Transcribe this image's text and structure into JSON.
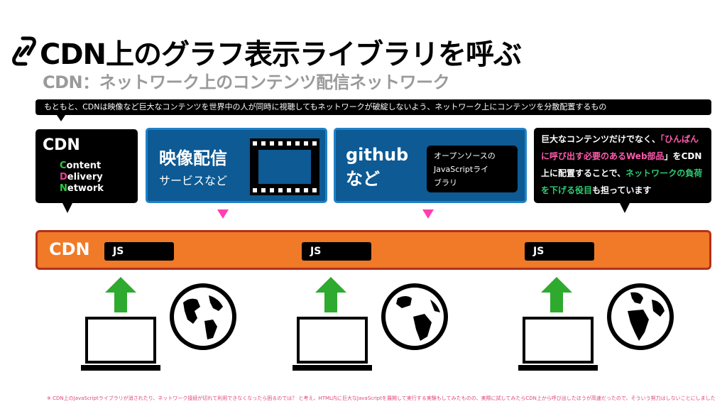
{
  "title": "CDN上のグラフ表示ライブラリを呼ぶ",
  "subtitle": "CDN：ネットワーク上のコンテンツ配信ネットワーク",
  "definition": "もともと、CDNは映像など巨大なコンテンツを世界中の人が同時に視聴してもネットワークが破綻しないよう、ネットワーク上にコンテンツを分散配置するもの",
  "cdn_box": {
    "title": "CDN",
    "lines": [
      {
        "first": "C",
        "rest": "ontent"
      },
      {
        "first": "D",
        "rest": "elivery"
      },
      {
        "first": "N",
        "rest": "etwork"
      }
    ]
  },
  "video_box": {
    "title": "映像配信",
    "subtitle": "サービスなど",
    "icon": "film-strip-icon"
  },
  "github_box": {
    "title_line1": "github",
    "title_line2": "など",
    "note_line1": "オープンソースの",
    "note_line2": "JavaScriptライ",
    "note_line3": "ブラリ"
  },
  "role_box": {
    "p1": "巨大なコンテンツだけでなく、",
    "p2": "「ひんぱ",
    "p3": "んに呼び出す必要のあるWeb部品",
    "p4": "」を",
    "p5": "CDN上に配置することで、",
    "p6": "ネットワー",
    "p7": "クの負荷を下げる役目",
    "p8": "も担っています"
  },
  "cdn_bar": {
    "label": "CDN",
    "js_tags": [
      "JS",
      "JS",
      "JS"
    ]
  },
  "footnote": "※ CDN上のJavaScriptライブラリが消されたり、ネットワーク接続が切れて利用できなくなったら困るのでは？ と考え、HTML内に巨大なJavaScriptを展開して実行する実験もしてみたものの、実際に試してみたらCDN上から呼び出したほうが高速だったので、そういう努力はしないことにしました",
  "colors": {
    "cdn_bar": "#f07a28",
    "cdn_bar_border": "#b3311c",
    "blue_box": "#0d5a94",
    "blue_border": "#1e82c8",
    "arrow": "#2eaa2e",
    "pink": "#ff5aae",
    "green": "#2ecc71",
    "pointer_pink": "#ff3fb4"
  },
  "icons": [
    "link-icon",
    "film-strip-icon",
    "up-arrow-icon",
    "laptop-icon",
    "globe-icon"
  ]
}
